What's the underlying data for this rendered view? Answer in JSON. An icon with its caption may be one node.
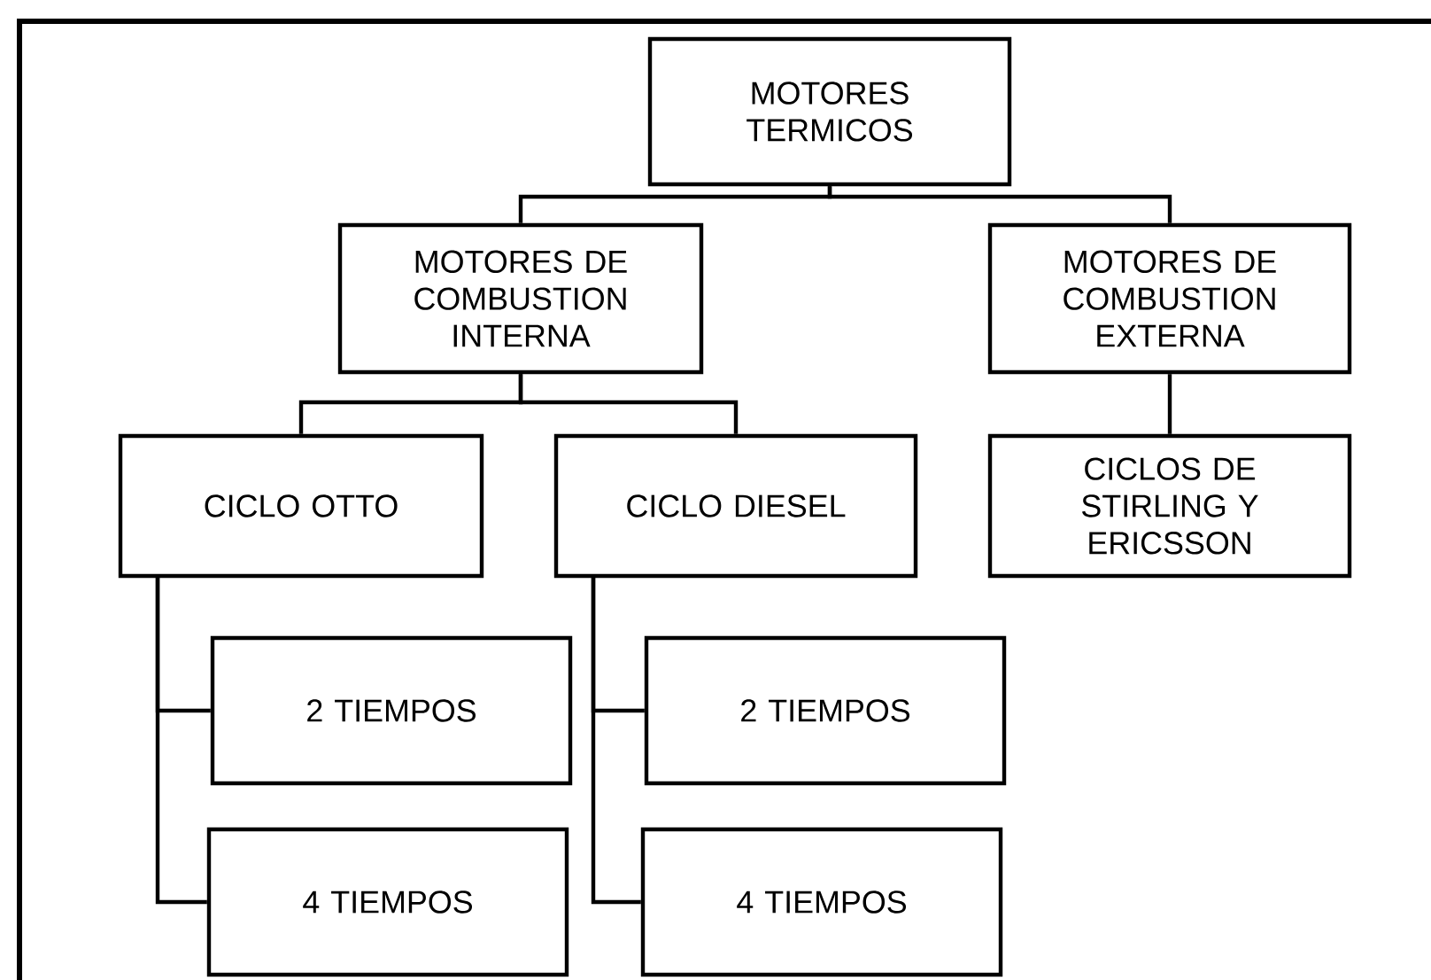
{
  "diagram": {
    "nodes": [
      {
        "text": [
          "MOTORES TERMICOS"
        ]
      },
      {
        "text": [
          "MOTORES DE COMBUSTION INTERNA"
        ]
      },
      {
        "text": [
          "MOTORES DE COMBUSTION EXTERNA"
        ]
      },
      {
        "text": [
          "CICLO OTTO"
        ]
      },
      {
        "text": [
          "CICLO DIESEL"
        ]
      },
      {
        "text": [
          "CICLOS DE STIRLING Y ERICSSON"
        ]
      },
      {
        "text": [
          "2 TIEMPOS"
        ]
      },
      {
        "text": [
          "4 TIEMPOS"
        ]
      },
      {
        "text": [
          "2 TIEMPOS"
        ]
      },
      {
        "text": [
          "4 TIEMPOS"
        ]
      }
    ],
    "edges": [
      {
        "from": 0,
        "to": 1,
        "arrow": "none"
      },
      {
        "from": 0,
        "to": 2,
        "arrow": "none"
      },
      {
        "from": 1,
        "to": 3,
        "arrow": "none"
      },
      {
        "from": 1,
        "to": 4,
        "arrow": "none"
      },
      {
        "from": 2,
        "to": 5,
        "arrow": "none"
      },
      {
        "from": 3,
        "to": 6,
        "arrow": "none"
      },
      {
        "from": 3,
        "to": 7,
        "arrow": "none"
      },
      {
        "from": 4,
        "to": 8,
        "arrow": "none"
      },
      {
        "from": 4,
        "to": 9,
        "arrow": "none"
      }
    ]
  }
}
